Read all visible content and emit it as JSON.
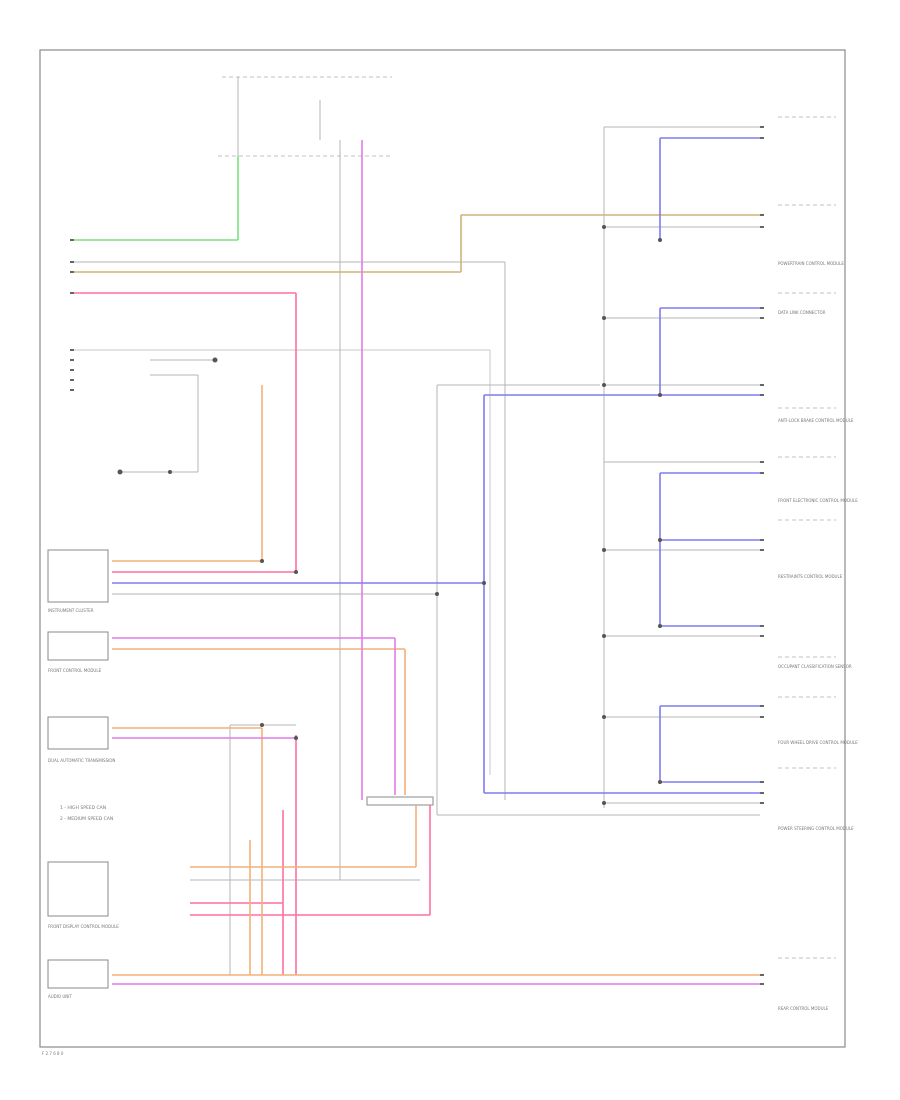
{
  "components": [
    {
      "id": "instrument-cluster",
      "label": "INSTRUMENT CLUSTER"
    },
    {
      "id": "front-control-module",
      "label": "FRONT CONTROL MODULE"
    },
    {
      "id": "dual-automatic-transmission",
      "label": "DUAL AUTOMATIC TRANSMISSION"
    },
    {
      "id": "front-display-module",
      "label": "FRONT DISPLAY CONTROL MODULE"
    },
    {
      "id": "audio-unit",
      "label": "AUDIO UNIT"
    },
    {
      "id": "powertrain-control-module",
      "label": "POWERTRAIN CONTROL MODULE"
    },
    {
      "id": "anti-lock-brake-module",
      "label": "ANTI-LOCK BRAKE CONTROL MODULE"
    },
    {
      "id": "front-electronic-module",
      "label": "FRONT ELECTRONIC CONTROL MODULE"
    },
    {
      "id": "restraints-control-module",
      "label": "RESTRAINTS CONTROL MODULE"
    },
    {
      "id": "occupant-classification",
      "label": "OCCUPANT CLASSIFICATION SENSOR"
    },
    {
      "id": "four-wheel-drive-module",
      "label": "FOUR WHEEL DRIVE CONTROL MODULE"
    },
    {
      "id": "power-steering-module",
      "label": "POWER STEERING CONTROL MODULE"
    },
    {
      "id": "data-link-connector",
      "label": "DATA LINK CONNECTOR"
    },
    {
      "id": "rear-control-module",
      "label": "REAR CONTROL MODULE"
    }
  ],
  "notes": [
    "1 - HIGH SPEED CAN",
    "2 - MEDIUM SPEED CAN"
  ],
  "footer_code": "F 2 7 6 8 0"
}
